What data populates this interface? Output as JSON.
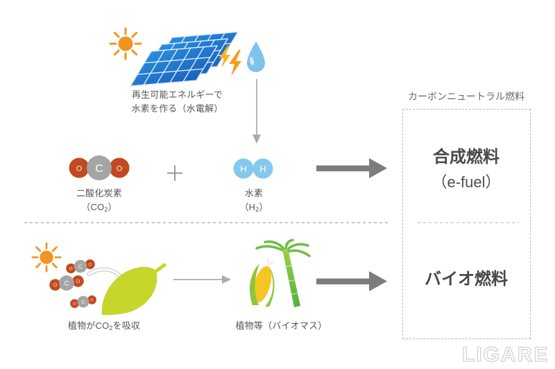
{
  "diagram": {
    "top": {
      "caption_line1": "再生可能エネルギーで",
      "caption_line2": "水素を作る（水電解）"
    },
    "middle": {
      "co2_atoms": [
        "O",
        "C",
        "O"
      ],
      "co2_name": "二酸化炭素",
      "co2_formula": {
        "pre": "（CO",
        "sub": "2",
        "post": "）"
      },
      "plus": "＋",
      "h2_atoms": [
        "H",
        "H"
      ],
      "h2_name": "水素",
      "h2_formula": {
        "pre": "（H",
        "sub": "2",
        "post": "）"
      }
    },
    "bottom": {
      "absorb_caption": {
        "pre": "植物がCO",
        "sub": "2",
        "post": "を吸収"
      },
      "biomass_caption": "植物等（バイオマス）"
    },
    "result": {
      "title": "カーボンニュートラル燃料",
      "synthetic_name": "合成燃料",
      "synthetic_sub": "（e-fuel）",
      "bio_name": "バイオ燃料"
    },
    "watermark": "LIGARE"
  },
  "colors": {
    "sun_orange": "#f29422",
    "panel_blue_dark": "#1553b5",
    "panel_blue_light": "#2f9be6",
    "lightning_orange": "#f59d1e",
    "droplet_blue": "#7fc3ec",
    "oxygen_red": "#c14a20",
    "carbon_gray": "#a5a5a5",
    "hydrogen_blue": "#84c9ed",
    "leaf_green": "#c6d62b",
    "corn_yellow": "#f6c51f",
    "husk_green": "#8cc63f",
    "cane_green": "#6abf3f",
    "thick_arrow_gray": "#7d7d7d",
    "thin_arrow_gray": "#b3b3b3",
    "text_gray": "#555555",
    "fuel_title_dark": "#484848",
    "dash_border_gray": "#b5b5b5",
    "watermark_gray": "#d2d2d2"
  }
}
